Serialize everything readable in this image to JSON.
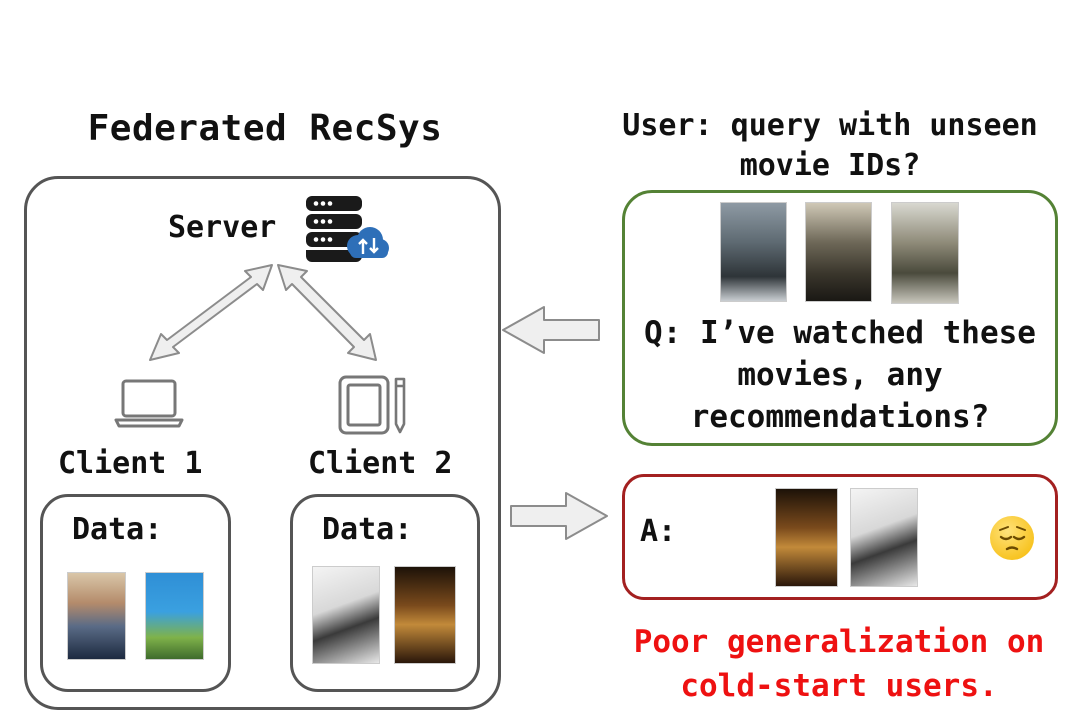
{
  "title": "Federated RecSys",
  "server": {
    "label": "Server"
  },
  "clients": [
    {
      "label": "Client 1",
      "data_label": "Data:"
    },
    {
      "label": "Client 2",
      "data_label": "Data:"
    }
  ],
  "user_question": {
    "line1": "User: query with unseen",
    "line2": "movie IDs?"
  },
  "query": {
    "line1": "Q: I’ve watched these",
    "line2": "movies, any",
    "line3": "recommendations?"
  },
  "answer": {
    "label": "A:"
  },
  "caption": {
    "line1": "Poor generalization on",
    "line2": "cold-start users."
  },
  "colors": {
    "query_border": "#548235",
    "answer_border": "#a32020",
    "caption": "#ee1111",
    "box_border": "#555555",
    "arrow_fill": "#efefef"
  },
  "icons": [
    "database-cloud-icon",
    "laptop-icon",
    "tablet-icon",
    "pensive-face-emoji"
  ]
}
